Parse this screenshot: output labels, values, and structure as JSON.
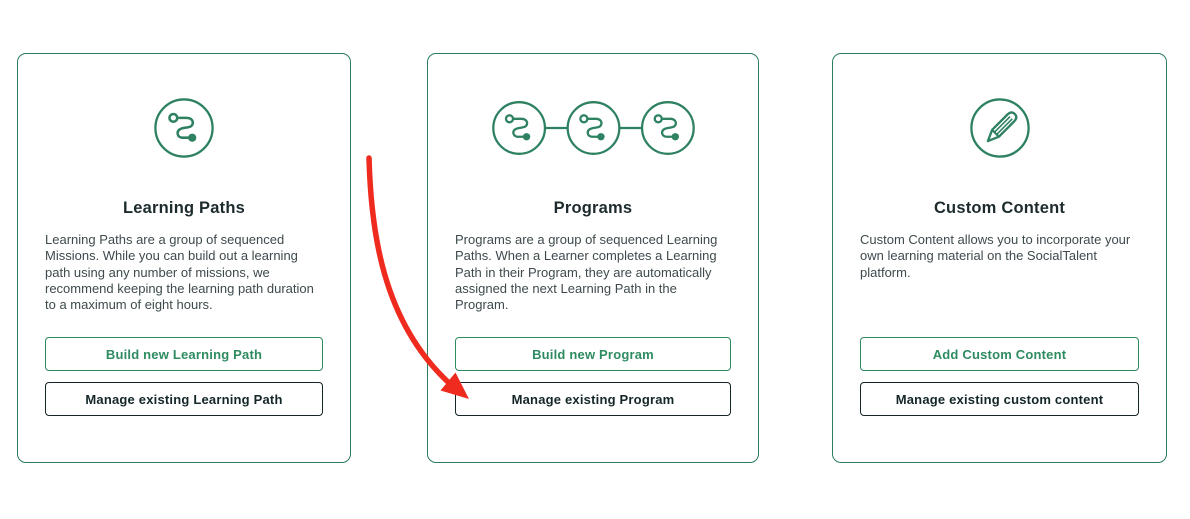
{
  "page": {
    "background": "#ffffff"
  },
  "colors": {
    "card_border_green": "#2b7d5c",
    "icon_green": "#2e8161",
    "primary_button_green": "#2e8b60",
    "secondary_button_dark": "#142628",
    "title_dark": "#1d2b2e",
    "body_text": "#3e4a4d",
    "arrow_red": "#ee2b1e"
  },
  "cards": [
    {
      "id": "learning-paths",
      "icon": "learning-path-route-icon",
      "title": "Learning Paths",
      "description": "Learning Paths are a group of sequenced Missions. While you can build out a learning path using any number of missions, we recommend keeping the learning path duration to a maximum of eight hours.",
      "primary_button": "Build new Learning Path",
      "secondary_button": "Manage existing Learning Path"
    },
    {
      "id": "programs",
      "icon": "linked-learning-paths-chain-icon",
      "title": "Programs",
      "description": "Programs are a group of sequenced Learning Paths. When a Learner completes a Learning Path in their Program, they are automatically assigned the next Learning Path in the Program.",
      "primary_button": "Build new Program",
      "secondary_button": "Manage existing Program"
    },
    {
      "id": "custom-content",
      "icon": "pencil-icon",
      "title": "Custom Content",
      "description": "Custom Content allows you to incorporate your own learning material on the SocialTalent platform.",
      "primary_button": "Add Custom Content",
      "secondary_button": "Manage existing custom content"
    }
  ],
  "annotation": {
    "type": "hand-drawn curved arrow",
    "color": "#ee2b1e",
    "points_to": "Manage existing Program"
  }
}
